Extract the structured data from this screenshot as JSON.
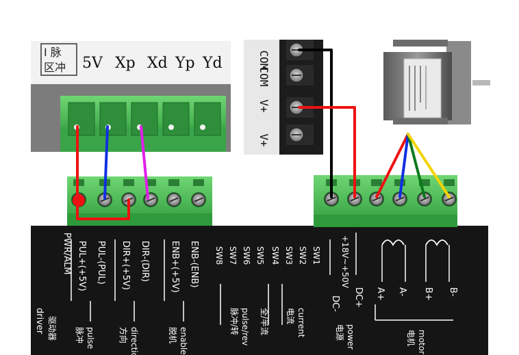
{
  "controller_panel": {
    "chinese_label_1": "I 脉",
    "chinese_label_2": "区冲",
    "pins": [
      "5V",
      "Xp",
      "Xd",
      "Yp",
      "Yd"
    ]
  },
  "power_supply": {
    "labels": [
      "COM",
      "COM",
      "V+",
      "V+"
    ]
  },
  "driver": {
    "status_label": "PWR/ALM",
    "title_en": "driver",
    "title_cn": "驱动器",
    "signal_terminals": [
      "PUL+(+5V)",
      "PUL-(PUL)",
      "DIR+(+5V)",
      "DIR-(DIR)",
      "ENB+(+5V)",
      "ENB-(ENB)"
    ],
    "signal_groups": [
      {
        "cn": "脉冲",
        "en": "pulse"
      },
      {
        "cn": "方向",
        "en": "direction"
      },
      {
        "cn": "脱机",
        "en": "enable"
      }
    ],
    "switches": [
      "SW8",
      "SW7",
      "SW6",
      "SW5",
      "SW4",
      "SW3",
      "SW2",
      "SW1"
    ],
    "switch_groups": [
      {
        "cn": "脉冲/转",
        "en": "pulse/rev"
      },
      {
        "cn": "全/半流",
        "en": ""
      },
      {
        "cn": "电流",
        "en": "current"
      }
    ],
    "power_terminals": [
      "DC-",
      "DC+"
    ],
    "voltage_range": "+18V~+50V",
    "power_group": {
      "cn": "电源",
      "en": "power"
    },
    "motor_terminals": [
      "A+",
      "A-",
      "B+",
      "B-"
    ],
    "motor_group": {
      "cn": "电机",
      "en": "motor"
    }
  },
  "wire_colors": {
    "red": "#ee1111",
    "blue": "#1030e0",
    "magenta": "#e020e8",
    "black": "#000000",
    "green": "#0a7a1a",
    "yellow": "#f2d400",
    "terminal_green": "#4fc25a"
  }
}
